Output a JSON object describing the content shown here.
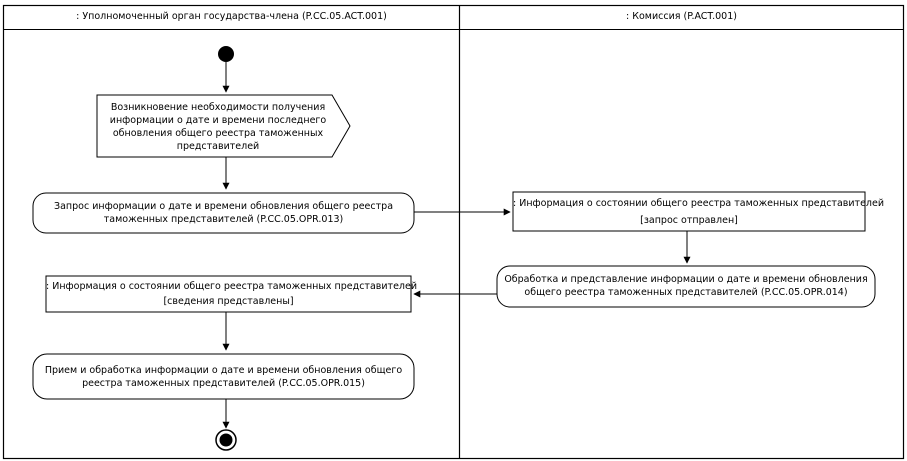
{
  "lanes": [
    {
      "title": ": Уполномоченный орган государства-члена  (P.CC.05.ACT.001)"
    },
    {
      "title": ": Комиссия (P.ACT.001)"
    }
  ],
  "signal": {
    "lines": [
      "Возникновение необходимости получения",
      "информации о дате и времени последнего",
      "обновления общего реестра таможенных",
      "представителей"
    ]
  },
  "action1": {
    "lines": [
      "Запрос информации о дате и времени обновления общего реестра",
      "таможенных представителей (P.CC.05.OPR.013)"
    ]
  },
  "object1": {
    "name": ": Информация о состоянии общего реестра таможенных представителей",
    "state": "[запрос отправлен]"
  },
  "action2": {
    "lines": [
      "Обработка и представление информации о дате и времени обновления",
      "общего реестра таможенных представителей (P.CC.05.OPR.014)"
    ]
  },
  "object2": {
    "name": ": Информация о состоянии общего реестра таможенных представителей",
    "state": "[сведения представлены]"
  },
  "action3": {
    "lines": [
      "Прием и обработка информации о дате и времени обновления общего",
      "реестра таможенных представителей (P.CC.05.OPR.015)"
    ]
  }
}
